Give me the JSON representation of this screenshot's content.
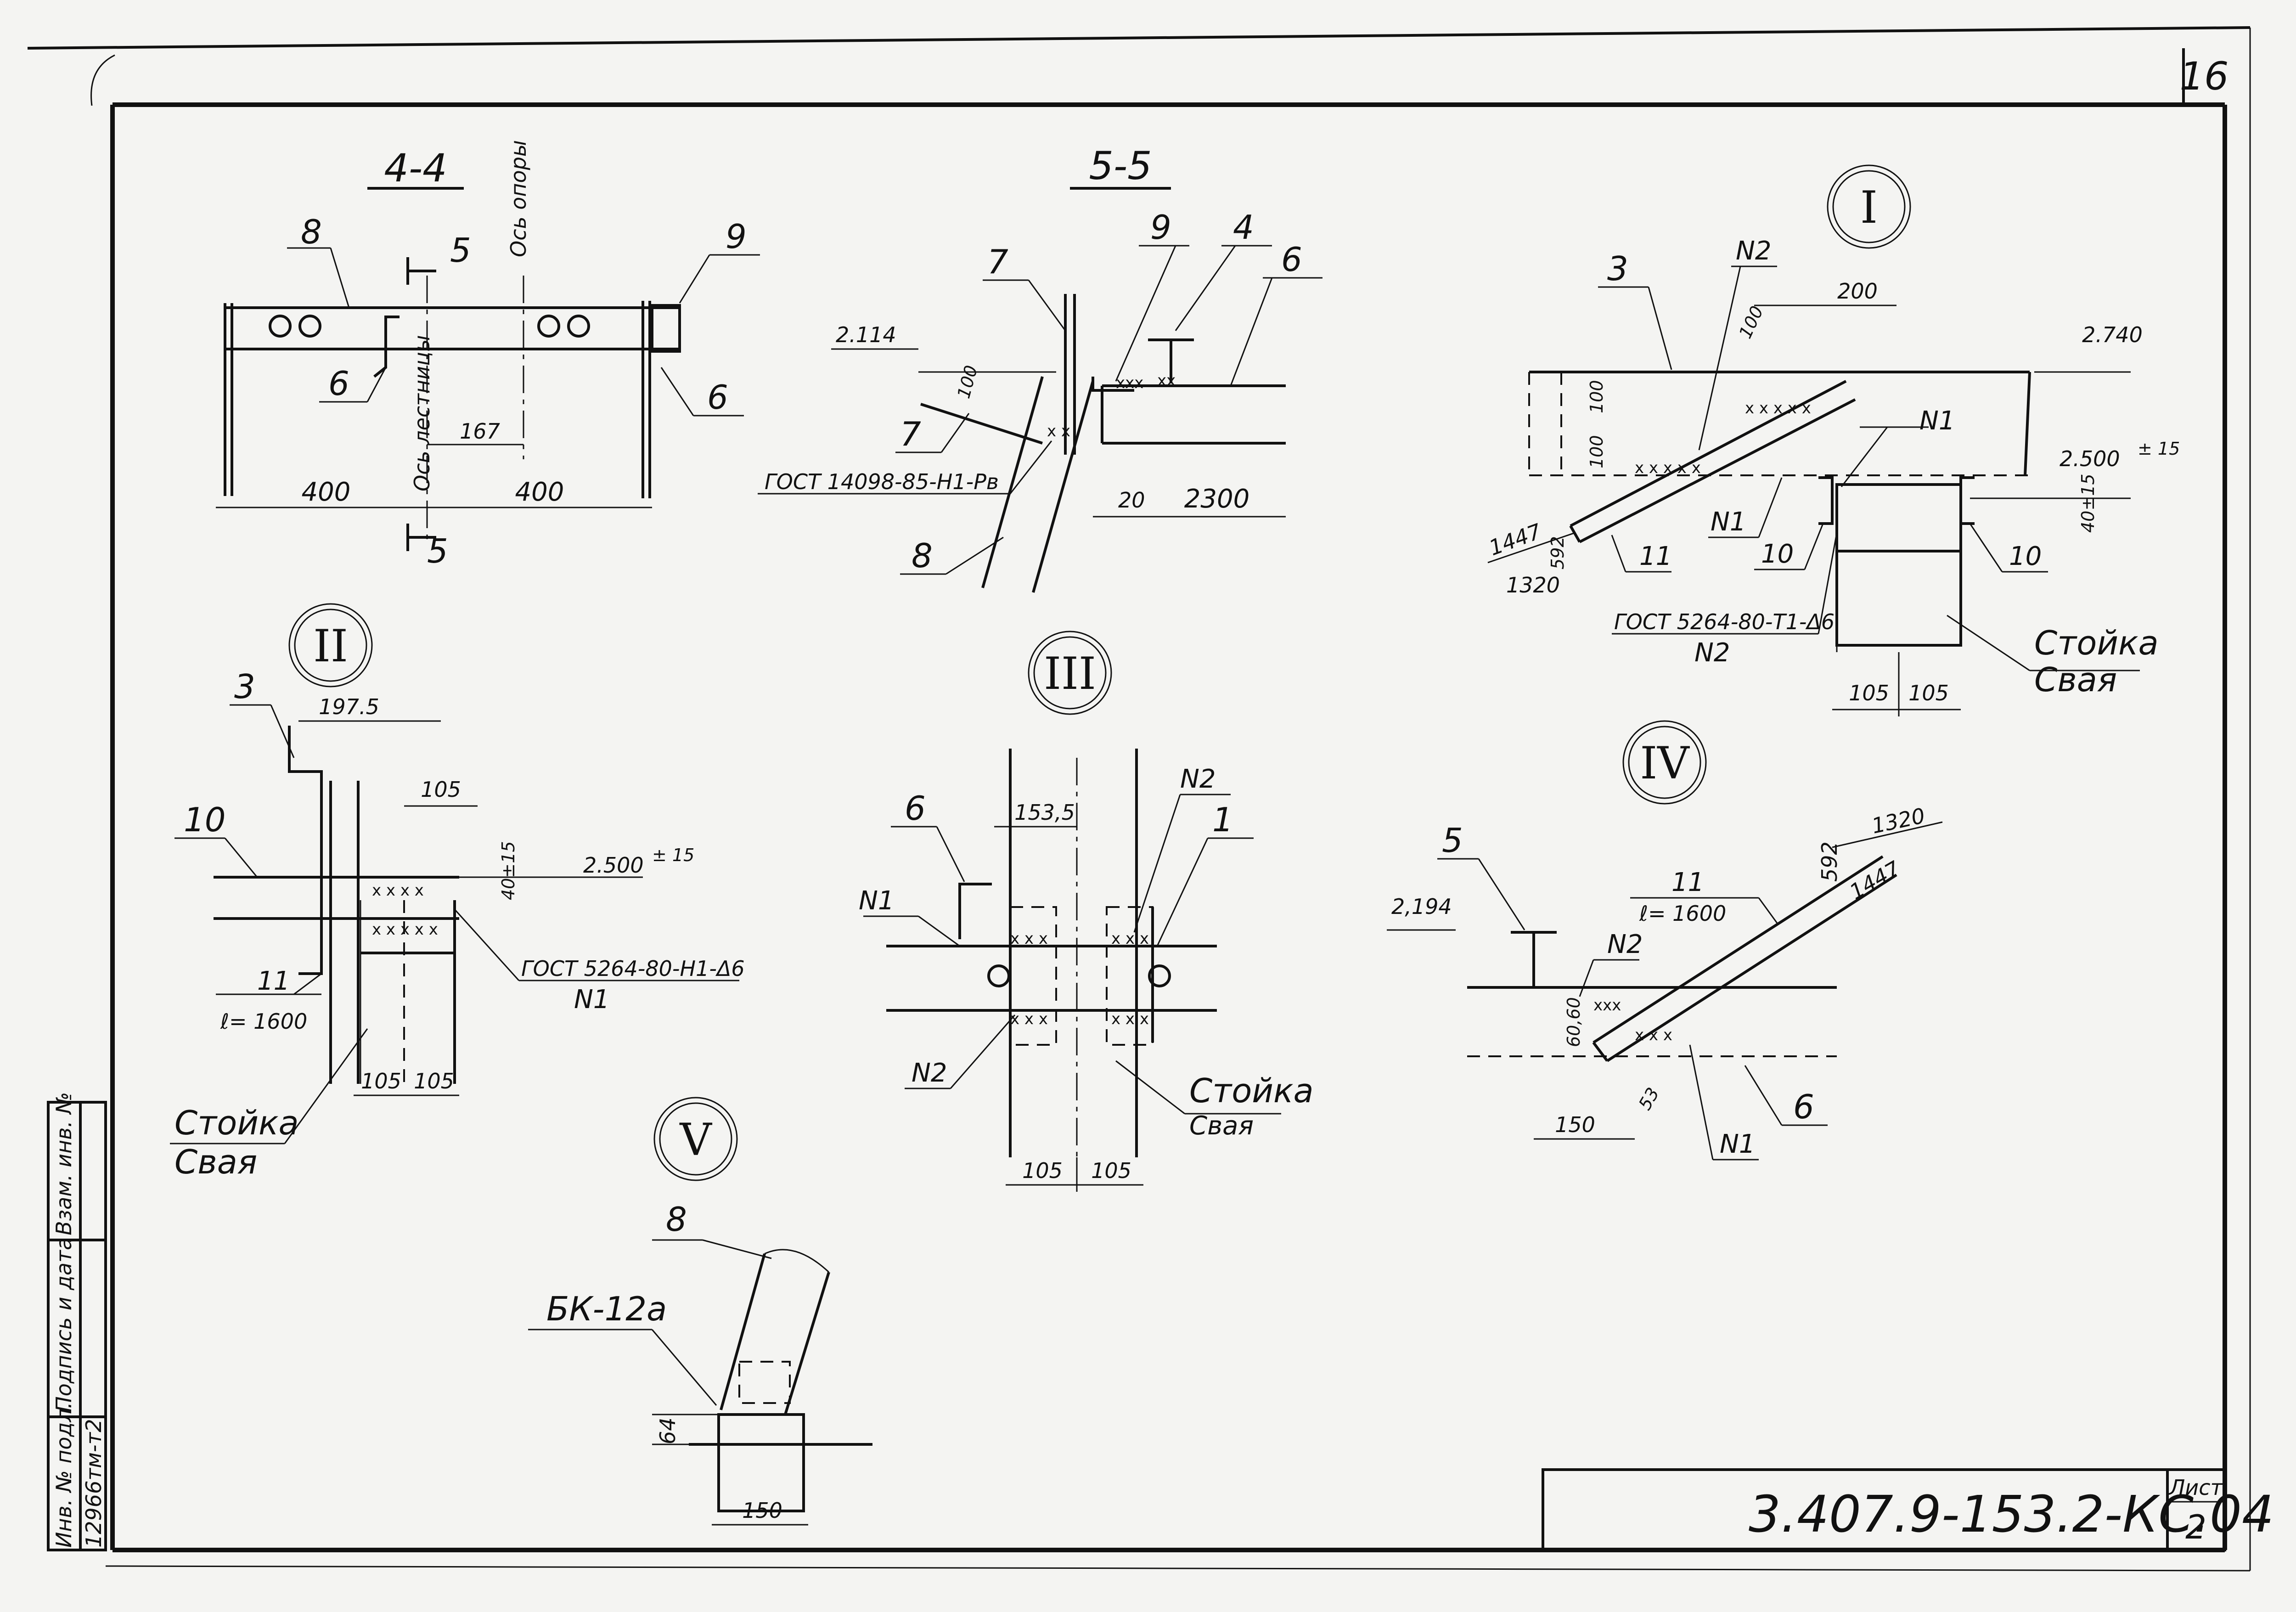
{
  "sheet": {
    "number_top": "16",
    "code": "3.407.9-153.2-КС.04",
    "list_label": "Лист",
    "list_number": "2",
    "side_stamp": {
      "inv_podl_label": "Инв. № подл.",
      "podpis_label": "Подпись и дата",
      "vzam_label": "Взам. инв. №",
      "inv_value": "12966тм-т2"
    }
  },
  "sec44": {
    "title": "4-4",
    "axis_support": "Ось опоры",
    "axis_ladder": "Ось лестницы",
    "cut": "5",
    "pos8": "8",
    "pos9": "9",
    "pos6a": "6",
    "pos6b": "6",
    "d167": "167",
    "d400a": "400",
    "d400b": "400"
  },
  "sec55": {
    "title": "5-5",
    "pos7a": "7",
    "pos9": "9",
    "pos4": "4",
    "pos6": "6",
    "pos7b": "7",
    "pos8": "8",
    "el2114": "2.114",
    "d100": "100",
    "gost": "ГОСТ 14098-85-Н1-Рв",
    "d20": "20",
    "d2300": "2300"
  },
  "nodeI": {
    "label": "I",
    "pos3": "3",
    "n2": "N2",
    "d100a": "100",
    "d200": "200",
    "el2740": "2.740",
    "d100b": "100",
    "d100c": "100",
    "n1a": "N1",
    "el2500": "2.500",
    "tol15": "± 15",
    "d40": "40±15",
    "d1447": "1447",
    "d592": "592",
    "d1320": "1320",
    "pos11": "11",
    "n1b": "N1",
    "pos10a": "10",
    "pos10b": "10",
    "gost": "ГОСТ 5264-80-Т1-Δ6",
    "n2b": "N2",
    "stoika": "Стойка",
    "svaya": "Свая",
    "d105a": "105",
    "d105b": "105"
  },
  "nodeII": {
    "label": "II",
    "pos3": "3",
    "d1975": "197.5",
    "pos10": "10",
    "d105top": "105",
    "d40": "40±15",
    "el2500": "2.500",
    "tol15": "± 15",
    "gost": "ГОСТ 5264-80-Н1-Δ6",
    "n1": "N1",
    "pos11": "11",
    "len": "ℓ= 1600",
    "d105a": "105",
    "d105b": "105",
    "stoika": "Стойка",
    "svaya": "Свая"
  },
  "nodeIII": {
    "label": "III",
    "pos6": "6",
    "d1535": "153,5",
    "n2a": "N2",
    "pos1": "1",
    "n1": "N1",
    "n2b": "N2",
    "stoika": "Стойка",
    "svaya": "Свая",
    "d105a": "105",
    "d105b": "105"
  },
  "nodeIV": {
    "label": "IV",
    "pos5": "5",
    "d1320": "1320",
    "d592": "592",
    "d1447": "1447",
    "pos11": "11",
    "len": "ℓ= 1600",
    "el2194": "2,194",
    "n2": "N2",
    "d6060": "60,60",
    "d53": "53",
    "d150": "150",
    "n1": "N1",
    "pos6": "6"
  },
  "nodeV": {
    "label": "V",
    "pos8": "8",
    "bk": "БК-12а",
    "d64": "64",
    "d150": "150"
  }
}
